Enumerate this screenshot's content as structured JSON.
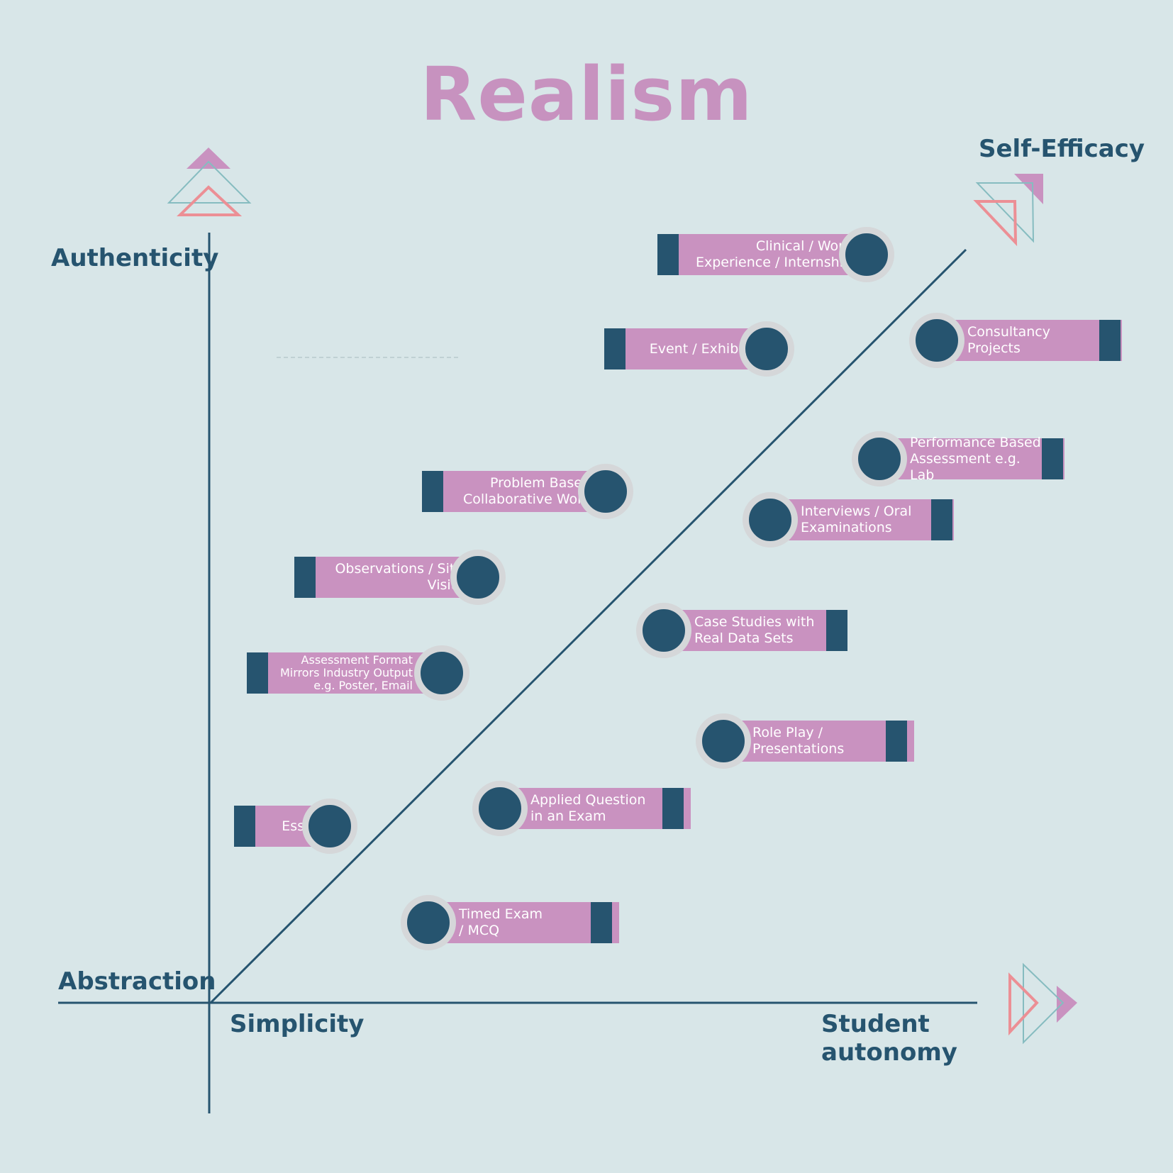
{
  "title": "Realism",
  "axes": {
    "top_right": "Self-Efficacy",
    "y_top": "Authenticity",
    "y_bottom": "Abstraction",
    "x_left": "Simplicity",
    "x_right": "Student autonomy"
  },
  "colors": {
    "background": "#d8e6e8",
    "navy": "#26546f",
    "pink": "#c992c0",
    "coral": "#ec8f95",
    "teal": "#86bcc0",
    "ring": "#d5d7d9"
  },
  "items": {
    "clinical": "Clinical / Work Experience / Internship",
    "event": "Event / Exhibit",
    "consultancy": "Consultancy Projects",
    "performance": "Performance Based Assessment e.g. Lab",
    "problem": "Problem Based Collaborative Work",
    "interviews": "Interviews / Oral Examinations",
    "observations": "Observations / Site Visits",
    "case": "Case Studies with Real Data Sets",
    "format": "Assessment Format Mirrors Industry Output e.g. Poster, Email",
    "roleplay": "Role Play / Presentations",
    "applied": "Applied Question in an Exam",
    "essay": "Essay",
    "timed": "Timed Exam / MCQ"
  }
}
